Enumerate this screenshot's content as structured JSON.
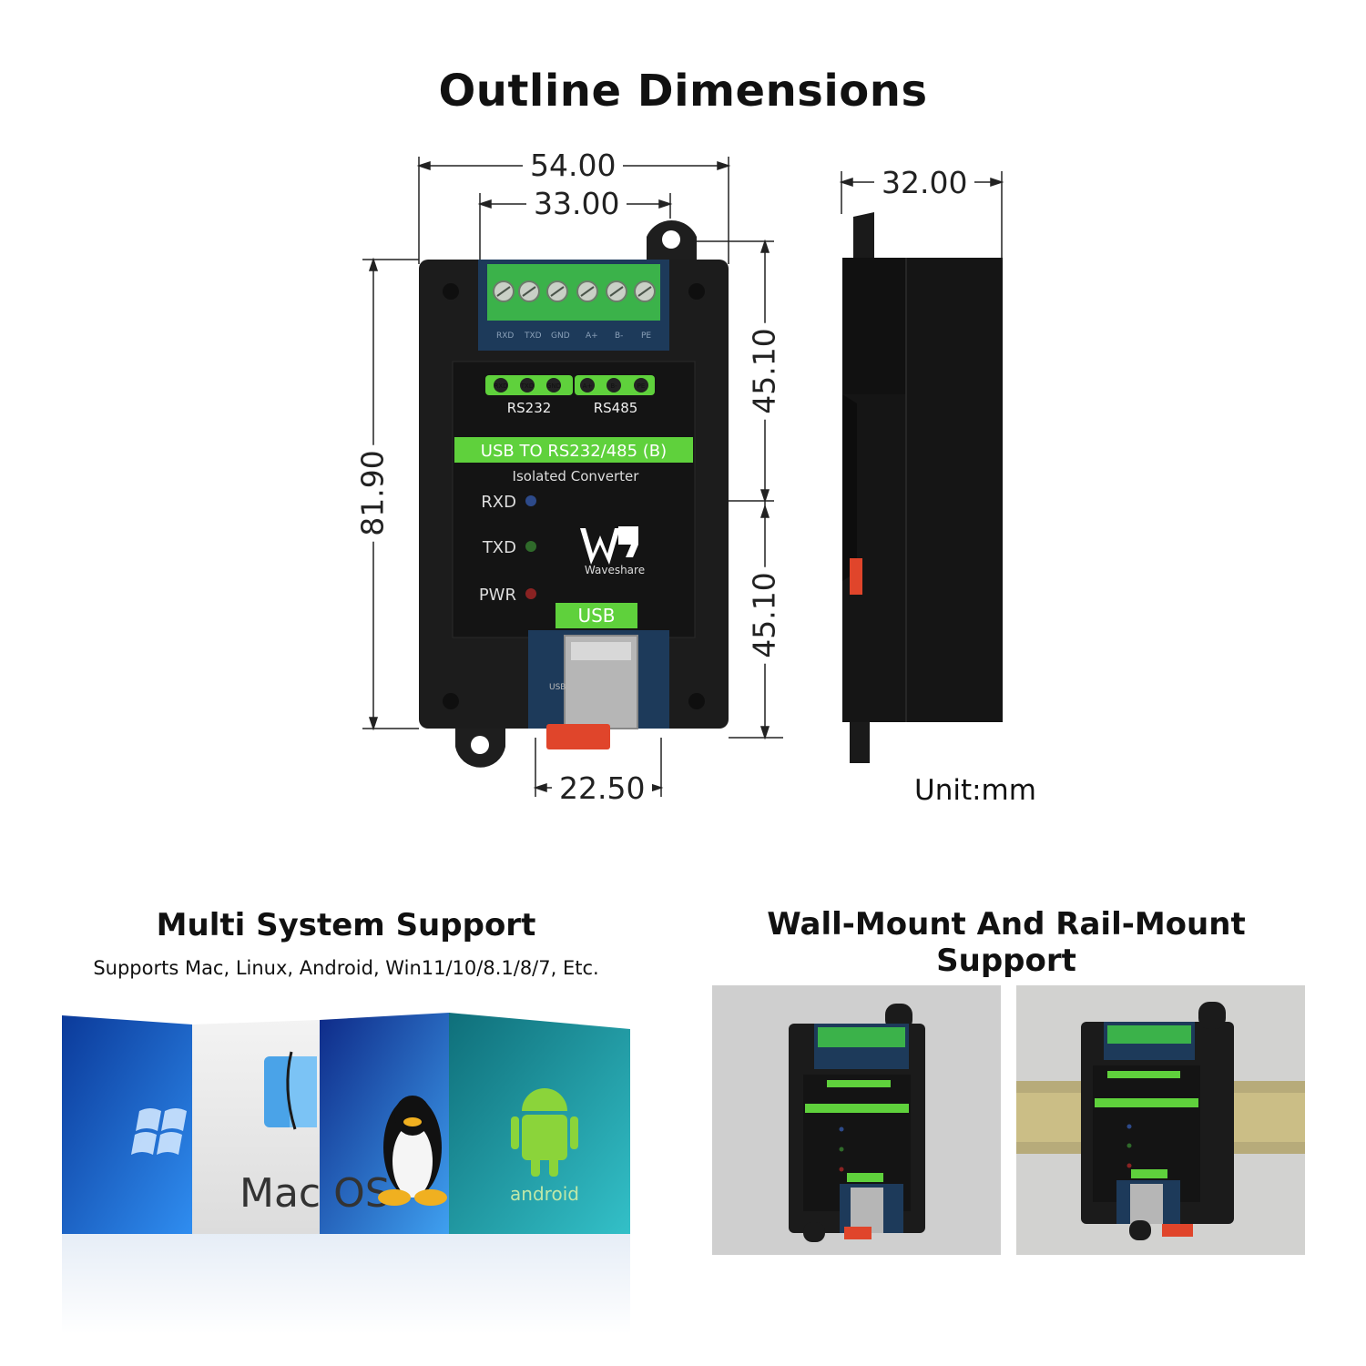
{
  "page_title": "Outline Dimensions",
  "dimensions": {
    "width_total": "54.00",
    "width_terminal": "33.00",
    "depth": "32.00",
    "height": "81.90",
    "upper_half": "45.10",
    "lower_half": "45.10",
    "usb_width": "22.50",
    "unit": "Unit:mm"
  },
  "device": {
    "pin_labels": [
      "RXD",
      "TXD",
      "GND",
      "A+",
      "B-",
      "PE"
    ],
    "group_rs232": "RS232",
    "group_rs485": "RS485",
    "banner": "USB TO RS232/485 (B)",
    "subtitle": "Isolated Converter",
    "leds": [
      "RXD",
      "TXD",
      "PWR"
    ],
    "brand": "Waveshare",
    "usb_label": "USB",
    "board_usb": "USB"
  },
  "systems": {
    "title": "Multi System Support",
    "subtitle": "Supports Mac, Linux, Android, Win11/10/8.1/8/7, Etc.",
    "mac_text": "Mac OS",
    "android_text": "android"
  },
  "mounting": {
    "title": "Wall-Mount And Rail-Mount Support"
  },
  "colors": {
    "accent_green": "#5fd13c",
    "case_black": "#1c1c1c",
    "board_blue": "#1d3a5a",
    "clip_red": "#e0452b"
  }
}
